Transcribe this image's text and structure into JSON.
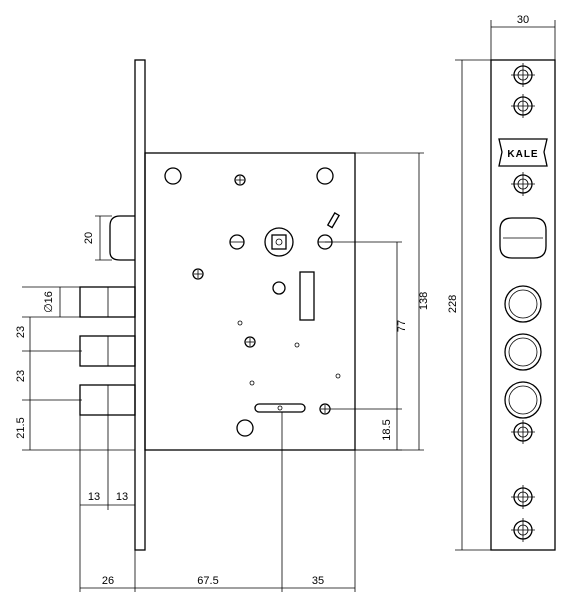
{
  "brand": {
    "logo_text": "KALE"
  },
  "dimensions": {
    "faceplate_width": "30",
    "faceplate_height": "228",
    "lock_height": "138",
    "spindle_to_cylinder": "77",
    "cylinder_to_bottom": "18.5",
    "latch_height": "20",
    "bolt_diameter": "∅16",
    "bolt_spacing_1": "23",
    "bolt_spacing_2": "23",
    "bolt_to_bottom": "21.5",
    "bolt_throw_1": "13",
    "bolt_throw_2": "13",
    "bolt_projection": "26",
    "backset": "67.5",
    "case_remainder": "35"
  }
}
